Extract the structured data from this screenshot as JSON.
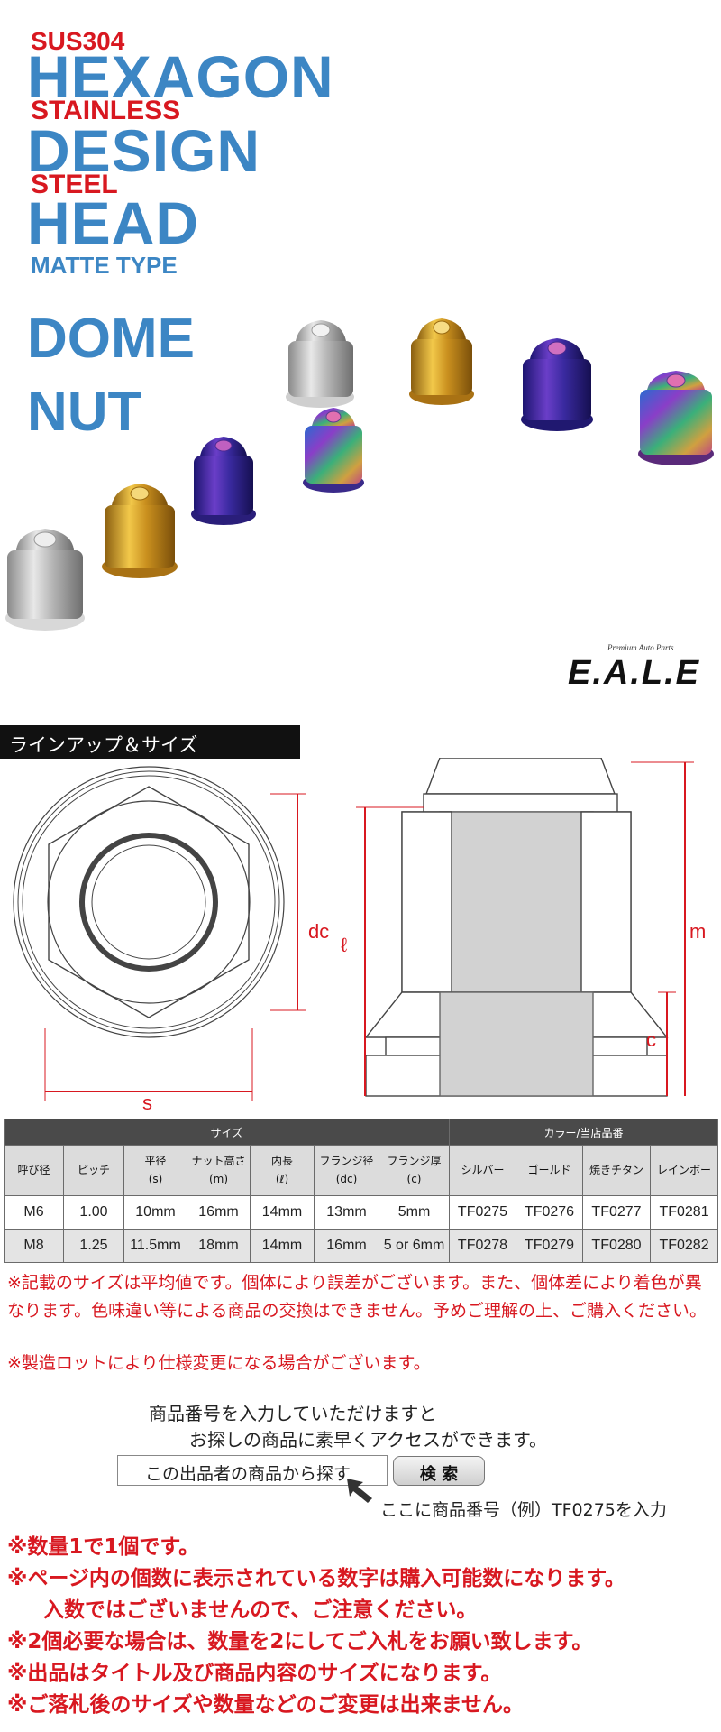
{
  "hero": {
    "line1": "SUS304",
    "line2": "HEXAGON",
    "line3": "STAINLESS",
    "line4": "DESIGN",
    "line5": "STEEL",
    "line6": "HEAD",
    "line7": "MATTE TYPE",
    "line8": "DOME",
    "line9": "NUT",
    "colors": {
      "blue": "#3c86c4",
      "red": "#d81820"
    }
  },
  "logo": {
    "tagline": "Premium Auto Parts",
    "name": "E.A.L.E"
  },
  "section_title": "ラインアップ＆サイズ",
  "diagram_labels": {
    "s": "s",
    "dc": "dc",
    "l": "ℓ",
    "m": "m",
    "c": "c"
  },
  "table": {
    "group_size": "サイズ",
    "group_color": "カラー/当店品番",
    "headers": [
      [
        "呼び径"
      ],
      [
        "ピッチ"
      ],
      [
        "平径",
        "(s)"
      ],
      [
        "ナット高さ",
        "(m)"
      ],
      [
        "内長",
        "(ℓ)"
      ],
      [
        "フランジ径",
        "(dc)"
      ],
      [
        "フランジ厚",
        "(c)"
      ],
      [
        "シルバー"
      ],
      [
        "ゴールド"
      ],
      [
        "焼きチタン"
      ],
      [
        "レインボー"
      ]
    ],
    "rows": [
      [
        "M6",
        "1.00",
        "10mm",
        "16mm",
        "14mm",
        "13mm",
        "5mm",
        "TF0275",
        "TF0276",
        "TF0277",
        "TF0281"
      ],
      [
        "M8",
        "1.25",
        "11.5mm",
        "18mm",
        "14mm",
        "16mm",
        "5 or 6mm",
        "TF0278",
        "TF0279",
        "TF0280",
        "TF0282"
      ]
    ]
  },
  "notes": {
    "note1": "※記載のサイズは平均値です。個体により誤差がございます。また、個体差により着色が異なります。色味違い等による商品の交換はできません。予めご理解の上、ご購入ください。",
    "note2": "※製造ロットにより仕様変更になる場合がございます。"
  },
  "search": {
    "line1": "商品番号を入力していただけますと",
    "line2": "お探しの商品に素早くアクセスができます。",
    "box_text": "この出品者の商品から探す",
    "button": "検 索",
    "hint": "ここに商品番号（例）TF0275を入力"
  },
  "notices": [
    "※数量1で1個です。",
    "※ページ内の個数に表示されている数字は購入可能数になります。",
    "入数ではございませんので、ご注意ください。",
    "※2個必要な場合は、数量を2にしてご入札をお願い致します。",
    "※出品はタイトル及び商品内容のサイズになります。",
    "※ご落札後のサイズや数量などのご変更は出来ません。"
  ]
}
